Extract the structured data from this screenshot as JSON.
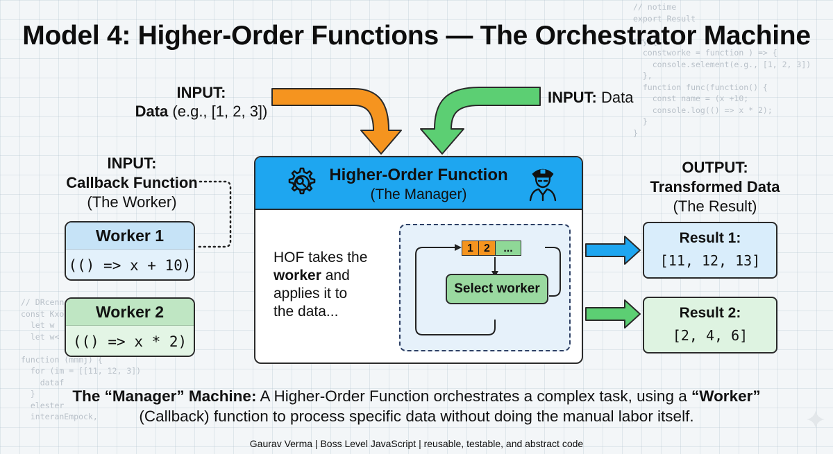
{
  "title": "Model 4: Higher-Order Functions — The Orchestrator Machine",
  "code_top_right": [
    "// notime",
    "export Result",
    "",
    "try {",
    "  constworke = function ) => {",
    "    console.selement(e.g., [1, 2, 3])",
    "  },",
    "  function func(function() {",
    "    const name = (x +10;",
    "    console.log(() => x * 2);",
    "  }",
    "}"
  ],
  "code_bottom_left": [
    "// DRcenn",
    "const Kxo",
    "  let w",
    "  let w<",
    "",
    "function (mmmj) {",
    "  for (im = [[11, 12, 3])",
    "    dataf",
    "  }",
    "  elester",
    "  interanEmpock,"
  ],
  "input_data_left": {
    "heading": "INPUT:",
    "data_word": "Data",
    "example": " (e.g., [1, 2, 3])"
  },
  "input_data_right": {
    "heading": "INPUT:",
    "text": " Data"
  },
  "callback_input": {
    "heading": "INPUT:",
    "name": "Callback Function",
    "sub": "(The Worker)"
  },
  "worker1": {
    "title": "Worker 1",
    "code": "(() => x + 10)"
  },
  "worker2": {
    "title": "Worker 2",
    "code": "(() => x * 2)"
  },
  "hof": {
    "title": "Higher-Order Function",
    "subtitle": "(The Manager)",
    "desc_1": "HOF takes the",
    "desc_bold": "worker",
    "desc_2": " and",
    "desc_3": "applies it to",
    "desc_4": "the data...",
    "chips": [
      "1",
      "2",
      "..."
    ],
    "select_label": "Select worker"
  },
  "output": {
    "heading": "OUTPUT:",
    "name": "Transformed Data",
    "sub": "(The Result)"
  },
  "result1": {
    "title": "Result 1:",
    "value": "[11, 12, 13]"
  },
  "result2": {
    "title": "Result 2:",
    "value": "[2, 4, 6]"
  },
  "caption": {
    "bold_1": "The “Manager” Machine:",
    "text_1": " A Higher-Order Function orchestrates a complex task, using a ",
    "bold_2": "“Worker”",
    "text_2": "(Callback) function to process specific data without doing the manual labor itself."
  },
  "footer": "Gaurav Verma | Boss Level JavaScript | reusable, testable, and abstract code",
  "colors": {
    "orange_arrow": "#f5941f",
    "green_arrow": "#5ccf73",
    "blue_arrow": "#1ea6f0",
    "hof_header": "#1ea6f0",
    "chip_orange": "#f5941f",
    "chip_green": "#8fd897"
  },
  "icons": [
    "gear-magnifier-icon",
    "police-officer-icon"
  ]
}
